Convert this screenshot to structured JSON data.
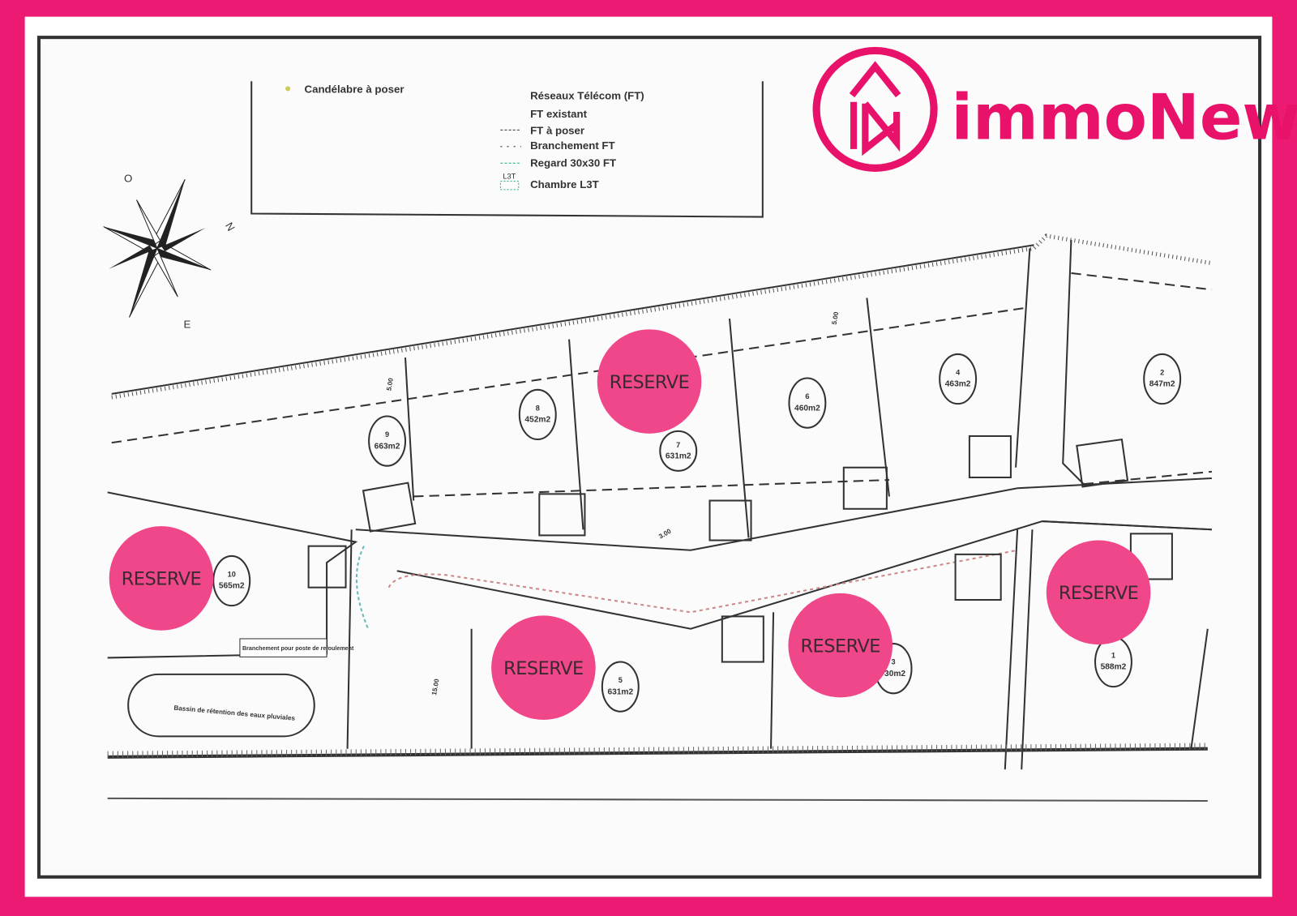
{
  "brand": {
    "name": "immoNew",
    "monogram": "IN",
    "color": "#e8126a"
  },
  "frame_color": "#ec1a72",
  "reserve_color": "#f0468a",
  "legend": {
    "left_item": "Candélabre à poser",
    "title": "Réseaux Télécom (FT)",
    "items": [
      "FT existant",
      "FT à poser",
      "Branchement FT",
      "Regard 30x30 FT",
      "Chambre L3T"
    ],
    "l3t_tag": "L3T"
  },
  "compass": {
    "north": "N",
    "east": "E",
    "west": "O"
  },
  "lots": [
    {
      "num": "9",
      "area": "663m2"
    },
    {
      "num": "8",
      "area": "452m2"
    },
    {
      "num": "7",
      "area": "631m2"
    },
    {
      "num": "6",
      "area": "460m2"
    },
    {
      "num": "4",
      "area": "463m2"
    },
    {
      "num": "2",
      "area": "847m2"
    },
    {
      "num": "10",
      "area": "565m2"
    },
    {
      "num": "5",
      "area": "631m2"
    },
    {
      "num": "3",
      "area": "30m2"
    },
    {
      "num": "1",
      "area": "588m2"
    }
  ],
  "reserve_label": "RESERVE",
  "annotations": {
    "branchement": "Branchement pour poste de refoulement",
    "bassin": "Bassin de rétention des eaux pluviales",
    "dim_500": "5.00",
    "dim_300": "3.00",
    "dim_1500": "15.00"
  }
}
